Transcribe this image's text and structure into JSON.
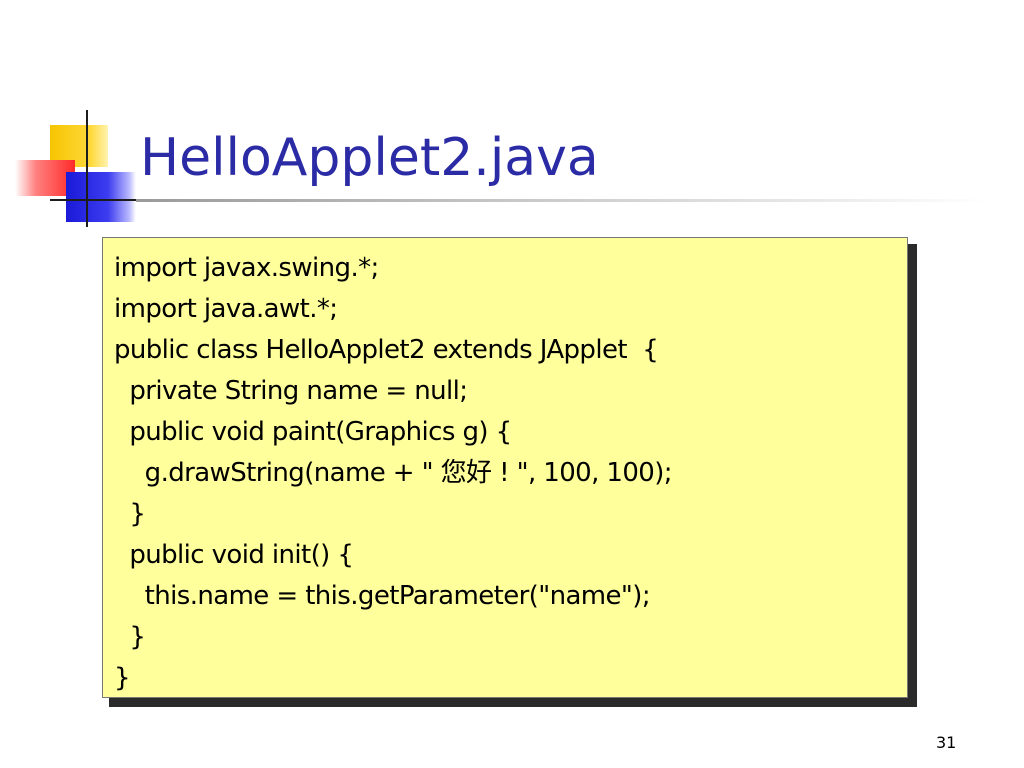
{
  "slide": {
    "title": "HelloApplet2.java",
    "page_number": "31",
    "code_lines": [
      "import javax.swing.*;",
      "import java.awt.*;",
      "public class HelloApplet2 extends JApplet  {",
      "  private String name = null;",
      "  public void paint(Graphics g) {",
      "    g.drawString(name + \" 您好 ! \", 100, 100);",
      "  }",
      "  public void init() {",
      "    this.name = this.getParameter(\"name\");",
      "  }",
      "}"
    ]
  },
  "colors": {
    "title": "#2b2ba6",
    "code_background": "#ffff9c",
    "code_shadow": "#2a2a2a",
    "logo_yellow": "#f6c400",
    "logo_red": "#ff2a2a",
    "logo_blue": "#1a1ad8"
  },
  "icons": {
    "logo": "slide-logo-icon"
  }
}
